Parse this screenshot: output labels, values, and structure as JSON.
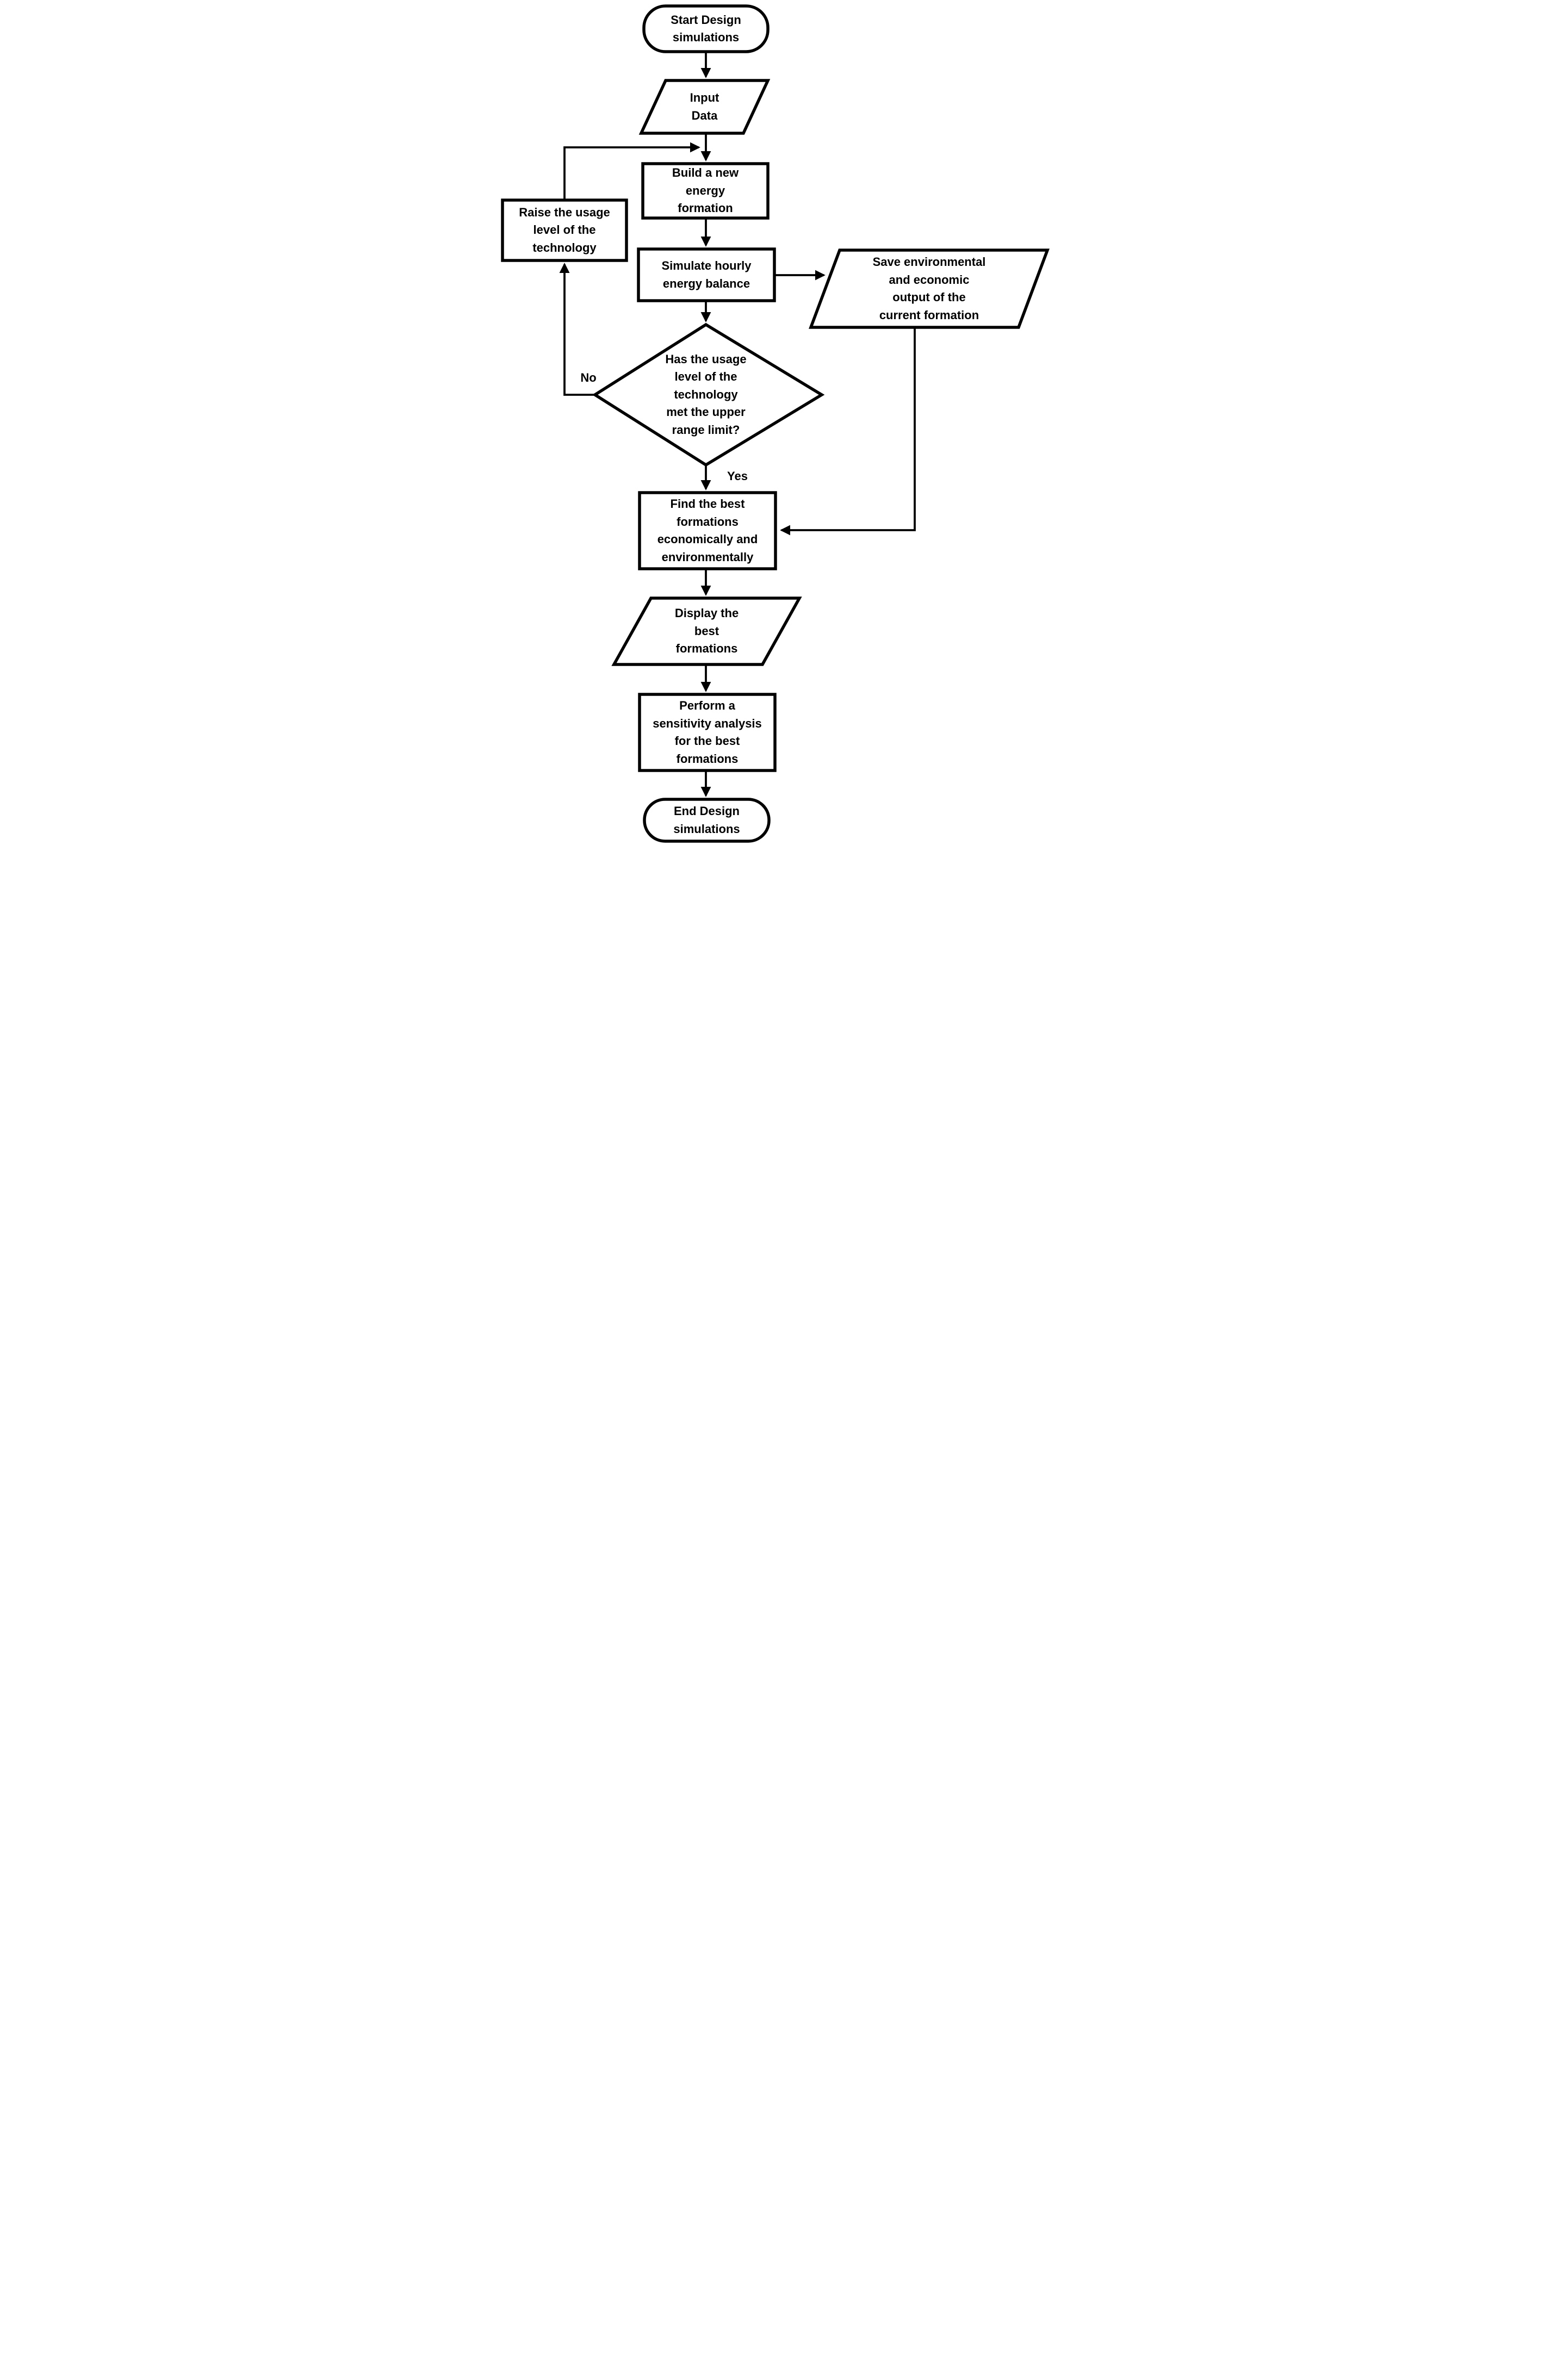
{
  "diagram": {
    "colors": {
      "background": "#ffffff",
      "shape_fill": "#ffffff",
      "stroke": "#000000",
      "text": "#000000"
    },
    "nodes": {
      "start": {
        "type": "terminator",
        "label": "Start Design\nsimulations"
      },
      "input": {
        "type": "data-parallelogram",
        "label": "Input\nData"
      },
      "build": {
        "type": "process",
        "label": "Build a new\nenergy\nformation"
      },
      "raise": {
        "type": "process",
        "label": "Raise the usage\nlevel of the\ntechnology"
      },
      "simulate": {
        "type": "process",
        "label": "Simulate hourly\nenergy balance"
      },
      "save": {
        "type": "data-parallelogram",
        "label": "Save environmental\nand economic\noutput of the\ncurrent formation"
      },
      "decision": {
        "type": "decision-diamond",
        "label": "Has the usage\nlevel of the\ntechnology\nmet the upper\nrange limit?"
      },
      "find": {
        "type": "process",
        "label": "Find the best\nformations\neconomically and\nenvironmentally"
      },
      "display": {
        "type": "data-parallelogram",
        "label": "Display the\nbest\nformations"
      },
      "sensitivity": {
        "type": "process",
        "label": "Perform a\nsensitivity analysis\nfor the best\nformations"
      },
      "end": {
        "type": "terminator",
        "label": "End Design\nsimulations"
      }
    },
    "edge_labels": {
      "no": "No",
      "yes": "Yes"
    }
  }
}
